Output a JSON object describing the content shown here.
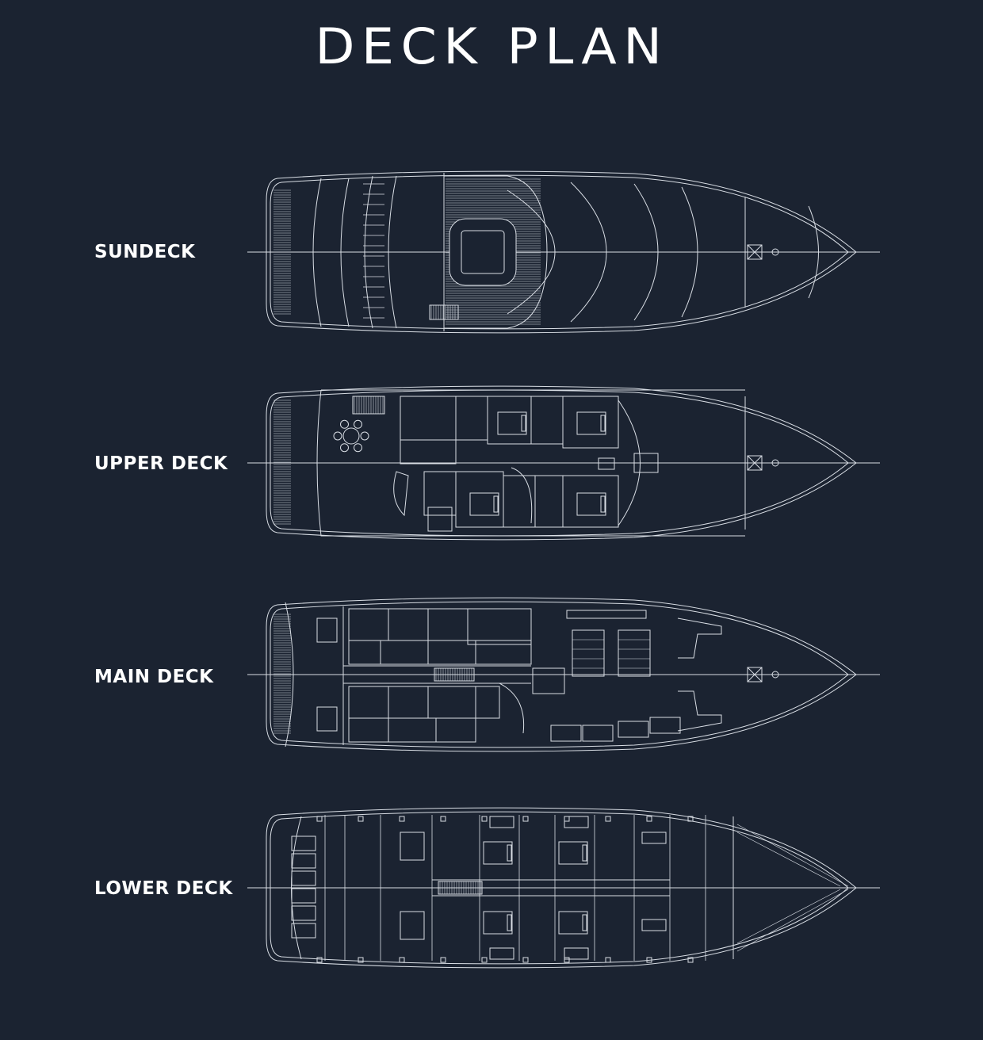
{
  "title": "DECK PLAN",
  "decks": [
    {
      "label": "SUNDECK"
    },
    {
      "label": "UPPER DECK"
    },
    {
      "label": "MAIN DECK"
    },
    {
      "label": "LOWER DECK"
    }
  ],
  "colors": {
    "background": "#1b2331",
    "line": "#d8dde4",
    "text": "#ffffff"
  }
}
